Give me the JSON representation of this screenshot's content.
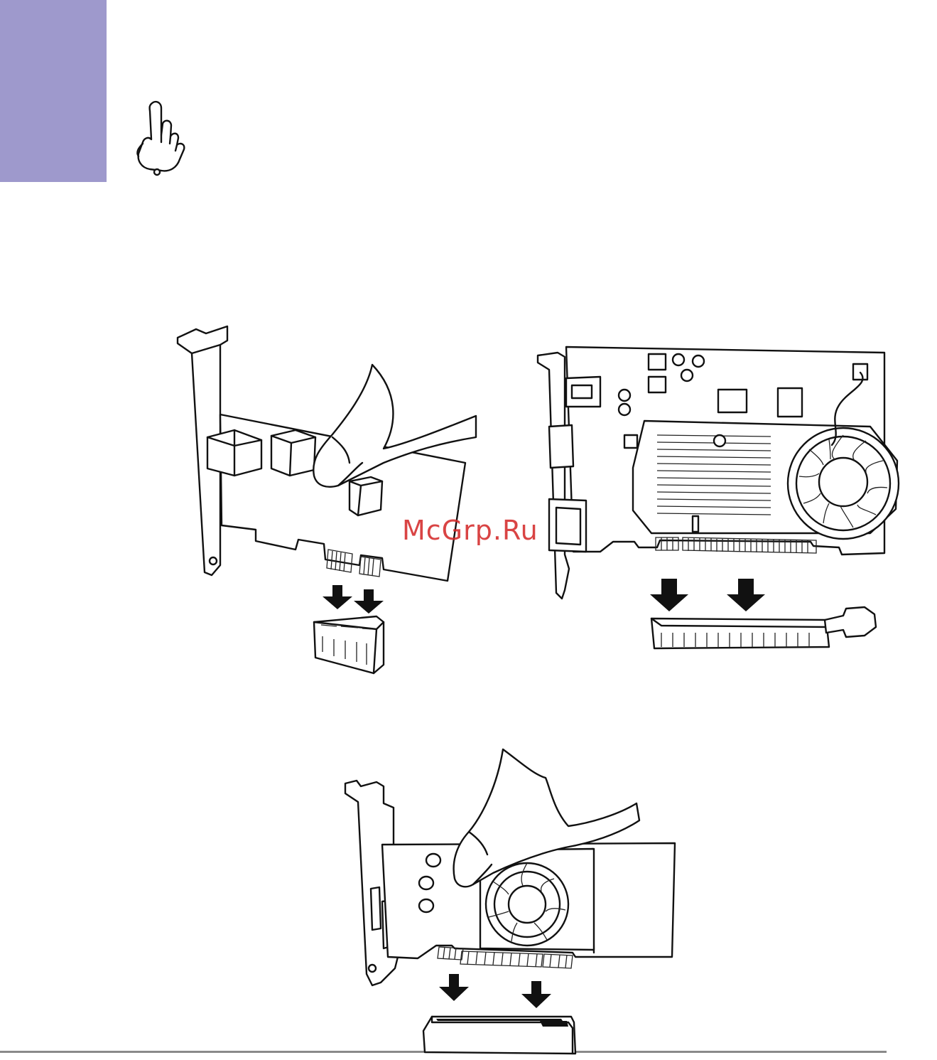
{
  "page": {
    "accent_color": "#9e99cc",
    "rule_color": "#8a8a8a",
    "watermark": {
      "text": "McGrp.Ru",
      "color": "#d42b2b"
    }
  },
  "icons": {
    "note": "pointing-hand-icon",
    "arrows": "down-arrow-icon"
  },
  "figures": [
    {
      "name": "pcie-x1-card-insertion"
    },
    {
      "name": "pcie-x16-graphics-card-insertion"
    },
    {
      "name": "pci-card-insertion"
    }
  ]
}
